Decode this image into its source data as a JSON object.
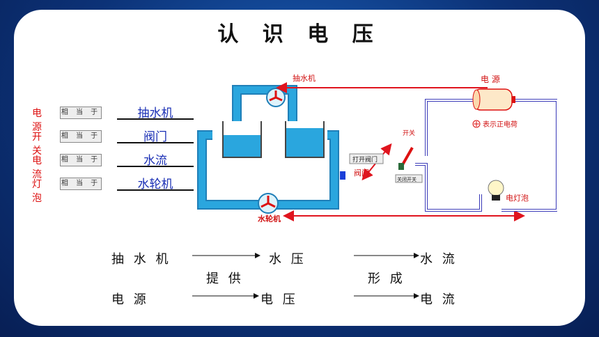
{
  "title": "认 识 电 压",
  "legend": [
    {
      "key": "电源",
      "relation": "相 当 于",
      "value": "抽水机"
    },
    {
      "key": "开关",
      "relation": "相 当 于",
      "value": "阀门"
    },
    {
      "key": "电流",
      "relation": "相 当 于",
      "value": "水流"
    },
    {
      "key": "灯泡",
      "relation": "相 当 于",
      "value": "水轮机"
    }
  ],
  "diagram": {
    "pump_label": "抽水机",
    "turbine_label": "水轮机",
    "open_valve_label": "打开阀门",
    "valve_label": "阀门",
    "power_label": "电 源",
    "positive_charge_label": "表示正电荷",
    "switch_label": "开关",
    "close_switch_label": "关闭开关",
    "bulb_label": "电灯泡"
  },
  "relations": {
    "row1_left": "抽 水 机",
    "row1_middle": "水 压",
    "row1_right": "水 流",
    "provide": "提 供",
    "form": "形  成",
    "row2_left": "电     源",
    "row2_middle": "电 压",
    "row2_right": "电 流"
  },
  "colors": {
    "water": "#2aa6de",
    "arrow": "#e0141e",
    "wire": "#3a3ab8",
    "label_red": "#d11111",
    "value_blue": "#1a2fb5"
  }
}
